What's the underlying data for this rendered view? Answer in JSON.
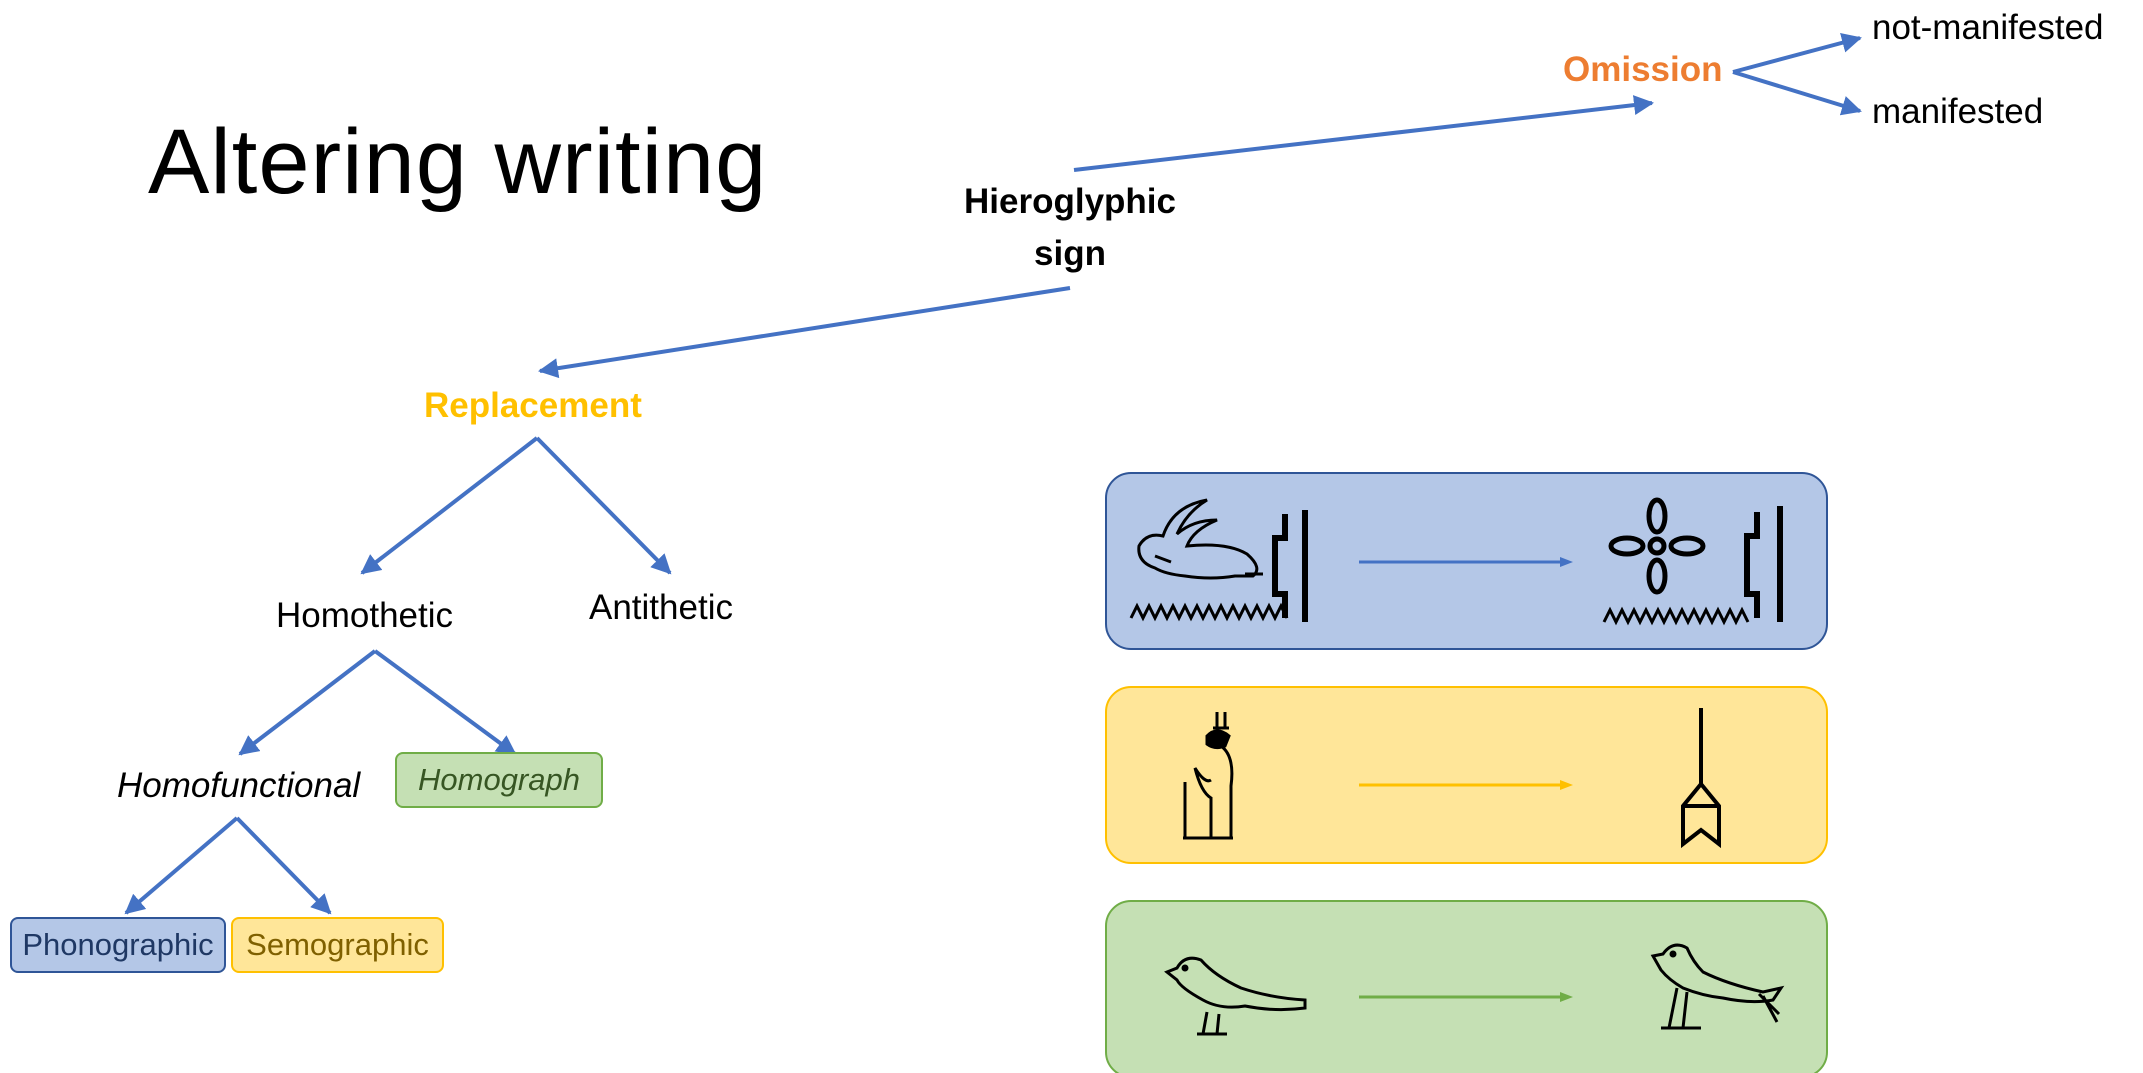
{
  "slide": {
    "title": "Altering writing"
  },
  "tree": {
    "root": "Hieroglyphic sign",
    "root_line1": "Hieroglyphic",
    "root_line2": "sign",
    "omission": {
      "label": "Omission",
      "children": [
        "not-manifested",
        "manifested"
      ]
    },
    "replacement": {
      "label": "Replacement",
      "homothetic": "Homothetic",
      "antithetic": "Antithetic",
      "homofunctional": "Homofunctional",
      "homograph": "Homograph",
      "phonographic": "Phonographic",
      "semographic": "Semographic"
    }
  },
  "colors": {
    "arrow_blue": "#4472c4",
    "omission_orange": "#ed7d31",
    "replacement_yellow": "#ffc000",
    "blue_fill": "#b4c7e7",
    "blue_border": "#2f5597",
    "yellow_fill": "#ffe699",
    "yellow_border": "#ffc000",
    "green_fill": "#c5e0b4",
    "green_border": "#70ad47",
    "homograph_text": "#375623",
    "semographic_text": "#7f6000",
    "phonographic_text": "#1f3864"
  },
  "examples": [
    {
      "kind": "phonographic",
      "from": "hare-glyph-with-water-and-door",
      "to": "flower-glyph-with-water-and-door"
    },
    {
      "kind": "semographic",
      "from": "seated-god-glyph",
      "to": "standard-glyph"
    },
    {
      "kind": "homograph",
      "from": "sparrow-glyph",
      "to": "swallow-glyph"
    }
  ]
}
